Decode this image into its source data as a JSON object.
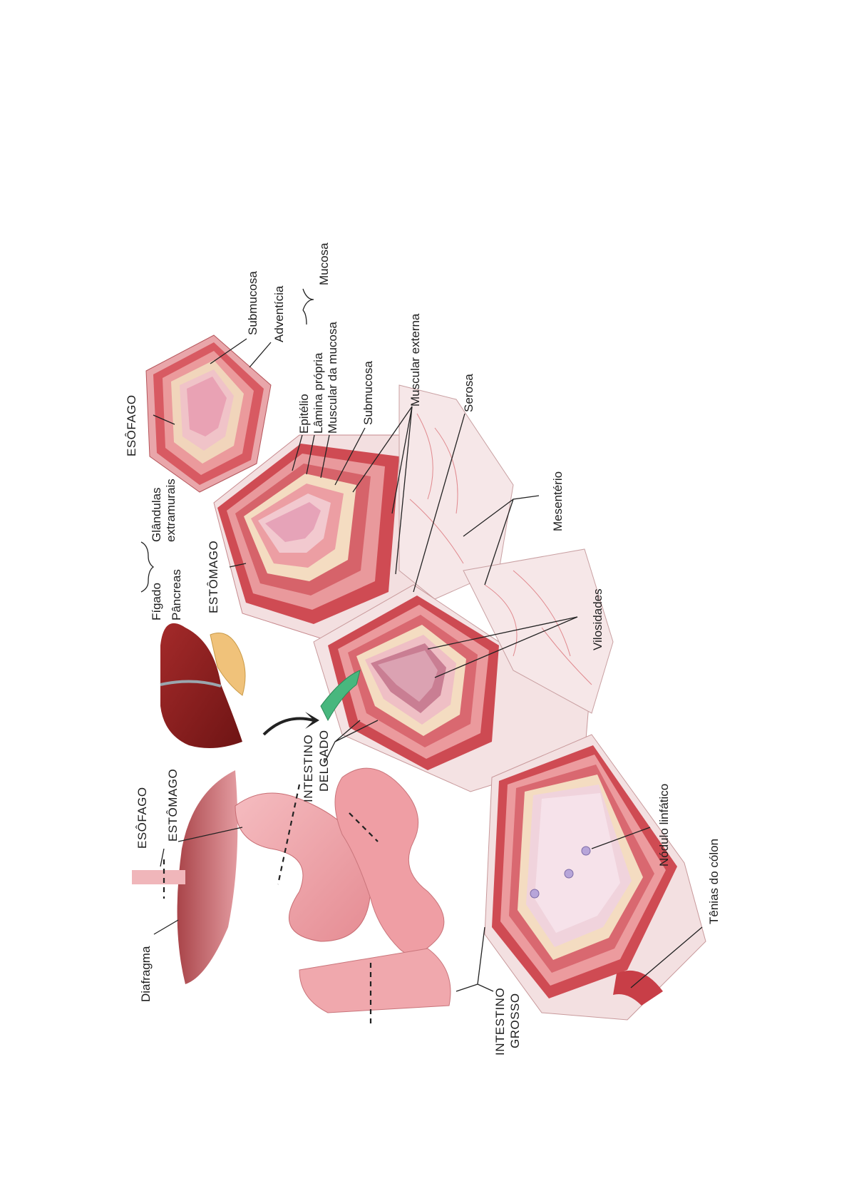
{
  "labels": {
    "esofago_top": "ESÔFAGO",
    "submucosa_top": "Submucosa",
    "adventicia": "Adventícia",
    "mucosa": "Mucosa",
    "glandulas": "Glândulas",
    "extramurais": "extramurais",
    "figado": "Fígado",
    "pancreas": "Pâncreas",
    "estomago_mid": "ESTÔMAGO",
    "epitelio": "Epitélio",
    "lamina_propria": "Lâmina própria",
    "muscular_mucosa": "Muscular da mucosa",
    "submucosa_mid": "Submucosa",
    "muscular_externa": "Muscular externa",
    "serosa": "Serosa",
    "mesenterio": "Mesentério",
    "vilosidades": "Vilosidades",
    "esofago_low": "ESÔFAGO",
    "estomago_low": "ESTÔMAGO",
    "intestino_delgado_1": "INTESTINO",
    "intestino_delgado_2": "DELGADO",
    "nodulo_linfatico": "Nódulo linfático",
    "diafragma": "Diafragma",
    "tenias_colon": "Tênias do cólon",
    "intestino_grosso_1": "INTESTINO",
    "intestino_grosso_2": "GROSSO"
  },
  "colors": {
    "muscle_dark": "#c9404a",
    "muscle_mid": "#e07b80",
    "muscle_light": "#eaa0a1",
    "submucosa": "#f3dcc0",
    "mucosa": "#f0c3c8",
    "serosa": "#f4dfe0",
    "mesentery": "#f6e6e6",
    "liver": "#8e1f1f",
    "pancreas": "#f0c27a",
    "stomach": "#eea3a8",
    "diaphragm": "#c86d70",
    "arrow_green": "#48b77e"
  }
}
